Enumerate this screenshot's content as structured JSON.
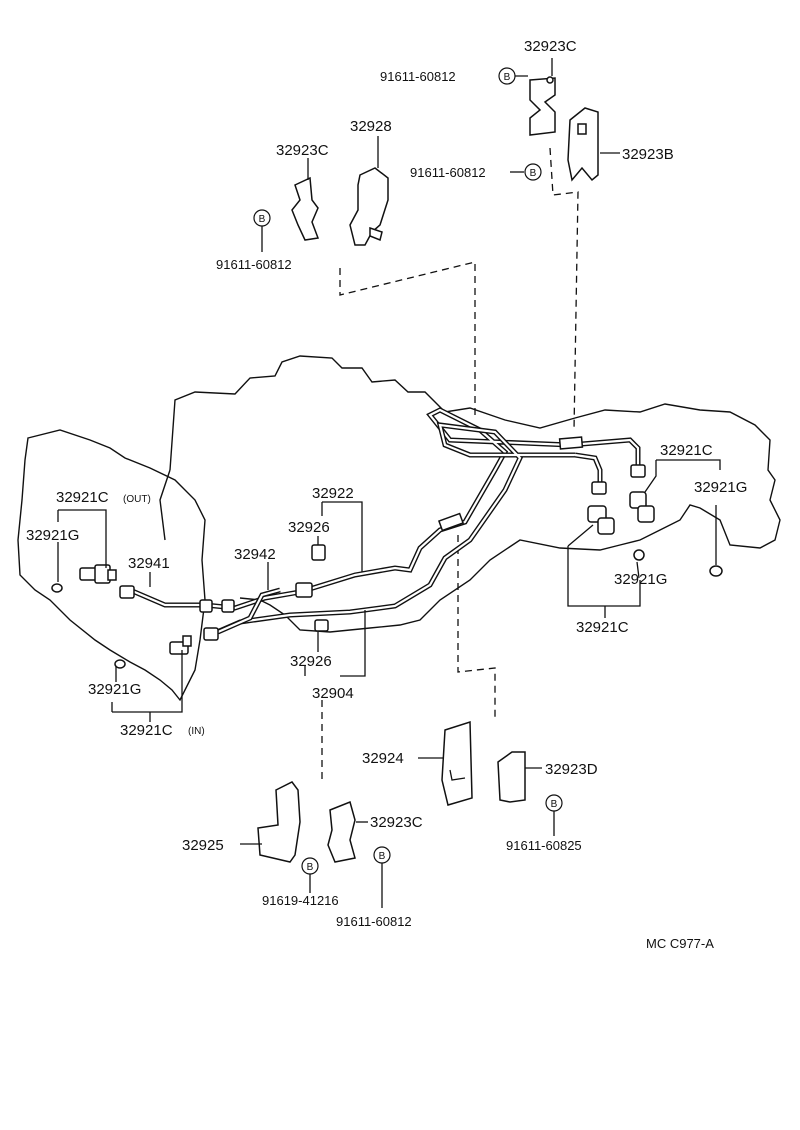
{
  "labels": {
    "p32923c_top": "32923C",
    "bolt_top1": "91611-60812",
    "bolt_top2": "91611-60812",
    "p32923b": "32923B",
    "p32928": "32928",
    "p32923c_left": "32923C",
    "bolt_left": "91611-60812",
    "p32921c_right": "32921C",
    "p32921g_right1": "32921G",
    "p32921g_right2": "32921G",
    "p32921c_right_bottom": "32921C",
    "p32921c_out": "32921C",
    "out_tag": "(OUT)",
    "p32921g_left": "32921G",
    "p32941": "32941",
    "p32942": "32942",
    "p32922": "32922",
    "p32926_top": "32926",
    "p32926_bottom": "32926",
    "p32904": "32904",
    "p32921g_left_bottom": "32921G",
    "p32921c_in": "32921C",
    "in_tag": "(IN)",
    "p32924": "32924",
    "p32923d": "32923D",
    "bolt_60825": "91611-60825",
    "p32925": "32925",
    "p32923c_bottom": "32923C",
    "bolt_41216": "91619-41216",
    "bolt_bottom": "91611-60812",
    "bolt_mark": "B",
    "drawing_code": "MC  C977-A"
  }
}
